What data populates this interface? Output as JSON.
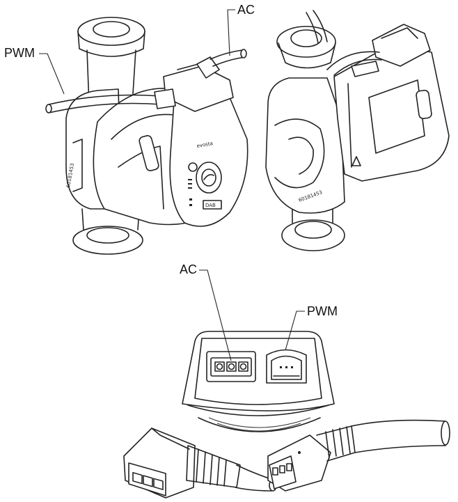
{
  "labels": {
    "pump_front_pwm": "PWM",
    "pump_front_ac": "AC",
    "connector_ac": "AC",
    "connector_pwm": "PWM"
  },
  "markings": {
    "brand": "evosta",
    "logo": "DAB",
    "serial": "60181453"
  }
}
